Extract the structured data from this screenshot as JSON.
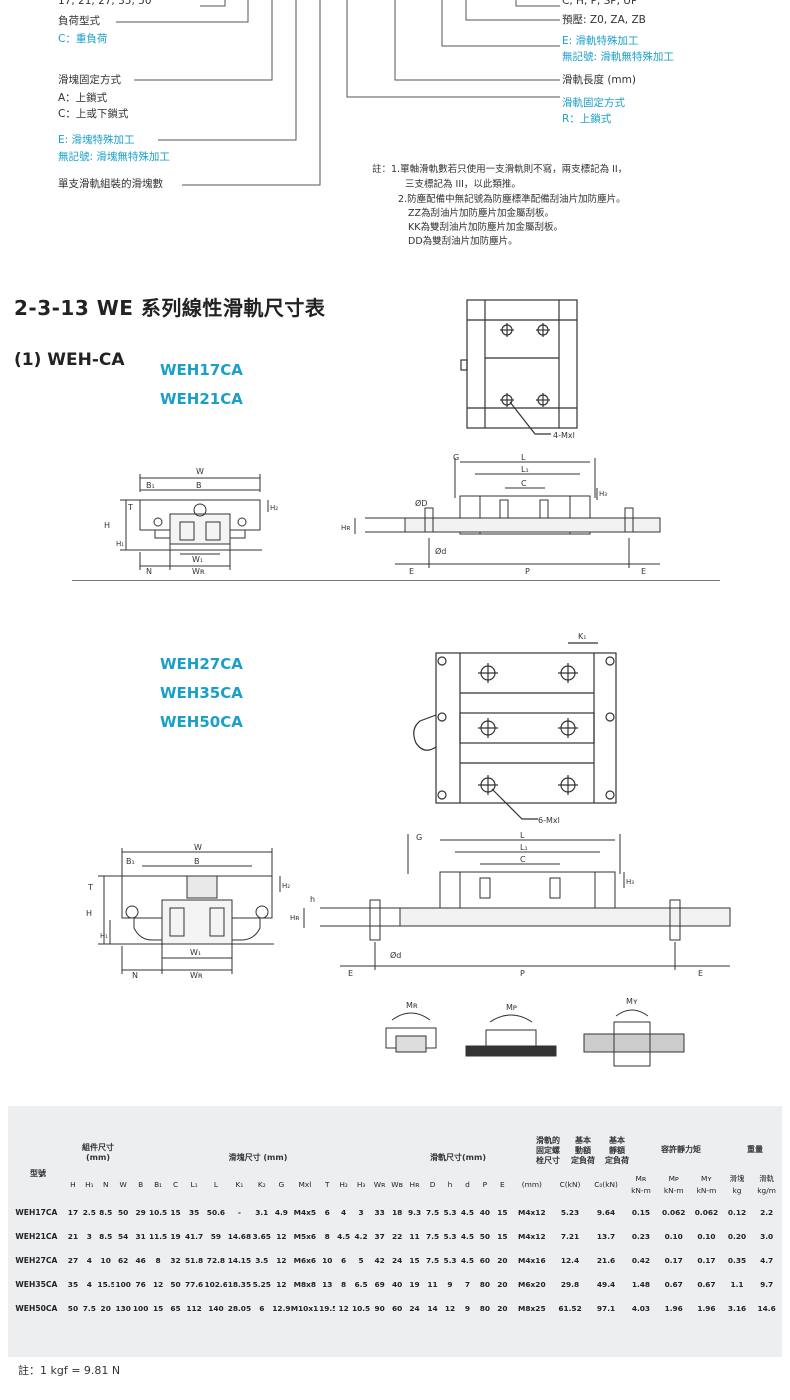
{
  "code_legend": {
    "left": [
      {
        "text": "17, 21, 27, 35, 50",
        "color": "#333"
      },
      {
        "text": "負荷型式",
        "color": "#333"
      },
      {
        "text": "C：重負荷",
        "color": "#1aa0c8"
      },
      {
        "text": "滑塊固定方式",
        "color": "#333"
      },
      {
        "text": "A：上鎖式",
        "color": "#333"
      },
      {
        "text": "C：上或下鎖式",
        "color": "#333"
      },
      {
        "text": "E: 滑塊特殊加工",
        "color": "#1aa0c8"
      },
      {
        "text": "無記號: 滑塊無特殊加工",
        "color": "#1aa0c8"
      },
      {
        "text": "單支滑軌組裝的滑塊數",
        "color": "#333"
      }
    ],
    "right": [
      {
        "text": "C, H, P, SP, UP",
        "color": "#333"
      },
      {
        "text": "預壓: Z0, ZA, ZB",
        "color": "#333"
      },
      {
        "text": "E: 滑軌特殊加工",
        "color": "#1aa0c8"
      },
      {
        "text": "無記號: 滑軌無特殊加工",
        "color": "#1aa0c8"
      },
      {
        "text": "滑軌長度 (mm)",
        "color": "#333"
      },
      {
        "text": "滑軌固定方式",
        "color": "#1aa0c8"
      },
      {
        "text": "R：上鎖式",
        "color": "#1aa0c8"
      }
    ],
    "notes": [
      "註：1.單軸滑軌數若只使用一支滑軌則不寫，兩支標記為 II，",
      "三支標記為 III，以此類推。",
      "2.防塵配備中無記號為防塵標準配備刮油片加防塵片。",
      "ZZ為刮油片加防塵片加金屬刮板。",
      "KK為雙刮油片加防塵片加金屬刮板。",
      "DD為雙刮油片加防塵片。"
    ]
  },
  "section_title": "2-3-13 WE 系列線性滑軌尺寸表",
  "sub_title": "(1) WEH-CA",
  "models_a": [
    "WEH17CA",
    "WEH21CA"
  ],
  "models_b": [
    "WEH27CA",
    "WEH35CA",
    "WEH50CA"
  ],
  "drawing_labels": {
    "mxl4": "4-Mxl",
    "mxl6": "6-Mxl",
    "W": "W",
    "B": "B",
    "B1": "B₁",
    "T": "T",
    "H": "H",
    "H1": "H₁",
    "H2": "H₂",
    "W1": "W₁",
    "WR": "Wʀ",
    "N": "N",
    "G": "G",
    "L": "L",
    "L1": "L₁",
    "C": "C",
    "H3": "H₃",
    "HR": "Hʀ",
    "D": "ØD",
    "d": "Ød",
    "h": "h",
    "E": "E",
    "P": "P",
    "K1": "K₁",
    "MR": "Mʀ",
    "MP": "Mᴘ",
    "MY": "Mʏ"
  },
  "table": {
    "groups": [
      {
        "text": "型號"
      },
      {
        "text": "組件尺寸\n(mm)"
      },
      {
        "text": "滑塊尺寸 (mm)"
      },
      {
        "text": "滑軌尺寸(mm)"
      },
      {
        "text": "滑軌的\n固定螺\n栓尺寸"
      },
      {
        "text": "基本\n動額\n定負荷"
      },
      {
        "text": "基本\n靜額\n定負荷"
      },
      {
        "text": "容許靜力矩"
      },
      {
        "text": "重量"
      }
    ],
    "header_row": [
      "",
      "H",
      "H₁",
      "N",
      "W",
      "B",
      "B₁",
      "C",
      "L₁",
      "L",
      "K₁",
      "K₂",
      "G",
      "Mxl",
      "T",
      "H₂",
      "H₃",
      "Wʀ",
      "Wʙ",
      "Hʀ",
      "D",
      "h",
      "d",
      "P",
      "E",
      "(mm)",
      "C(kN)",
      "C₀(kN)",
      "Mʀ\nkN-m",
      "Mᴘ\nkN-m",
      "Mʏ\nkN-m",
      "滑塊\nkg",
      "滑軌\nkg/m"
    ],
    "rows": [
      [
        "WEH17CA",
        "17",
        "2.5",
        "8.5",
        "50",
        "29",
        "10.5",
        "15",
        "35",
        "50.6",
        "-",
        "3.1",
        "4.9",
        "M4x5",
        "6",
        "4",
        "3",
        "33",
        "18",
        "9.3",
        "7.5",
        "5.3",
        "4.5",
        "40",
        "15",
        "M4x12",
        "5.23",
        "9.64",
        "0.15",
        "0.062",
        "0.062",
        "0.12",
        "2.2"
      ],
      [
        "WEH21CA",
        "21",
        "3",
        "8.5",
        "54",
        "31",
        "11.5",
        "19",
        "41.7",
        "59",
        "14.68",
        "3.65",
        "12",
        "M5x6",
        "8",
        "4.5",
        "4.2",
        "37",
        "22",
        "11",
        "7.5",
        "5.3",
        "4.5",
        "50",
        "15",
        "M4x12",
        "7.21",
        "13.7",
        "0.23",
        "0.10",
        "0.10",
        "0.20",
        "3.0"
      ],
      [
        "WEH27CA",
        "27",
        "4",
        "10",
        "62",
        "46",
        "8",
        "32",
        "51.8",
        "72.8",
        "14.15",
        "3.5",
        "12",
        "M6x6",
        "10",
        "6",
        "5",
        "42",
        "24",
        "15",
        "7.5",
        "5.3",
        "4.5",
        "60",
        "20",
        "M4x16",
        "12.4",
        "21.6",
        "0.42",
        "0.17",
        "0.17",
        "0.35",
        "4.7"
      ],
      [
        "WEH35CA",
        "35",
        "4",
        "15.5",
        "100",
        "76",
        "12",
        "50",
        "77.6",
        "102.6",
        "18.35",
        "5.25",
        "12",
        "M8x8",
        "13",
        "8",
        "6.5",
        "69",
        "40",
        "19",
        "11",
        "9",
        "7",
        "80",
        "20",
        "M6x20",
        "29.8",
        "49.4",
        "1.48",
        "0.67",
        "0.67",
        "1.1",
        "9.7"
      ],
      [
        "WEH50CA",
        "50",
        "7.5",
        "20",
        "130",
        "100",
        "15",
        "65",
        "112",
        "140",
        "28.05",
        "6",
        "12.9",
        "M10x15",
        "19.5",
        "12",
        "10.5",
        "90",
        "60",
        "24",
        "14",
        "12",
        "9",
        "80",
        "20",
        "M8x25",
        "61.52",
        "97.1",
        "4.03",
        "1.96",
        "1.96",
        "3.16",
        "14.6"
      ]
    ]
  },
  "footnote": "註：1 kgf = 9.81 N"
}
